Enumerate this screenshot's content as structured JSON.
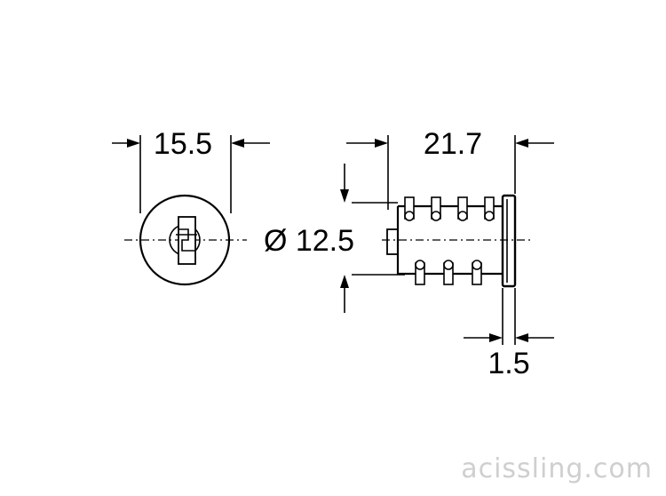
{
  "dimensions": {
    "front_width": "15.5",
    "length": "21.7",
    "diameter": "Ø 12.5",
    "flange_thickness": "1.5"
  },
  "watermark": "acissling.com",
  "colors": {
    "line": "#000000",
    "background": "#ffffff",
    "watermark": "#cfcfcf"
  }
}
